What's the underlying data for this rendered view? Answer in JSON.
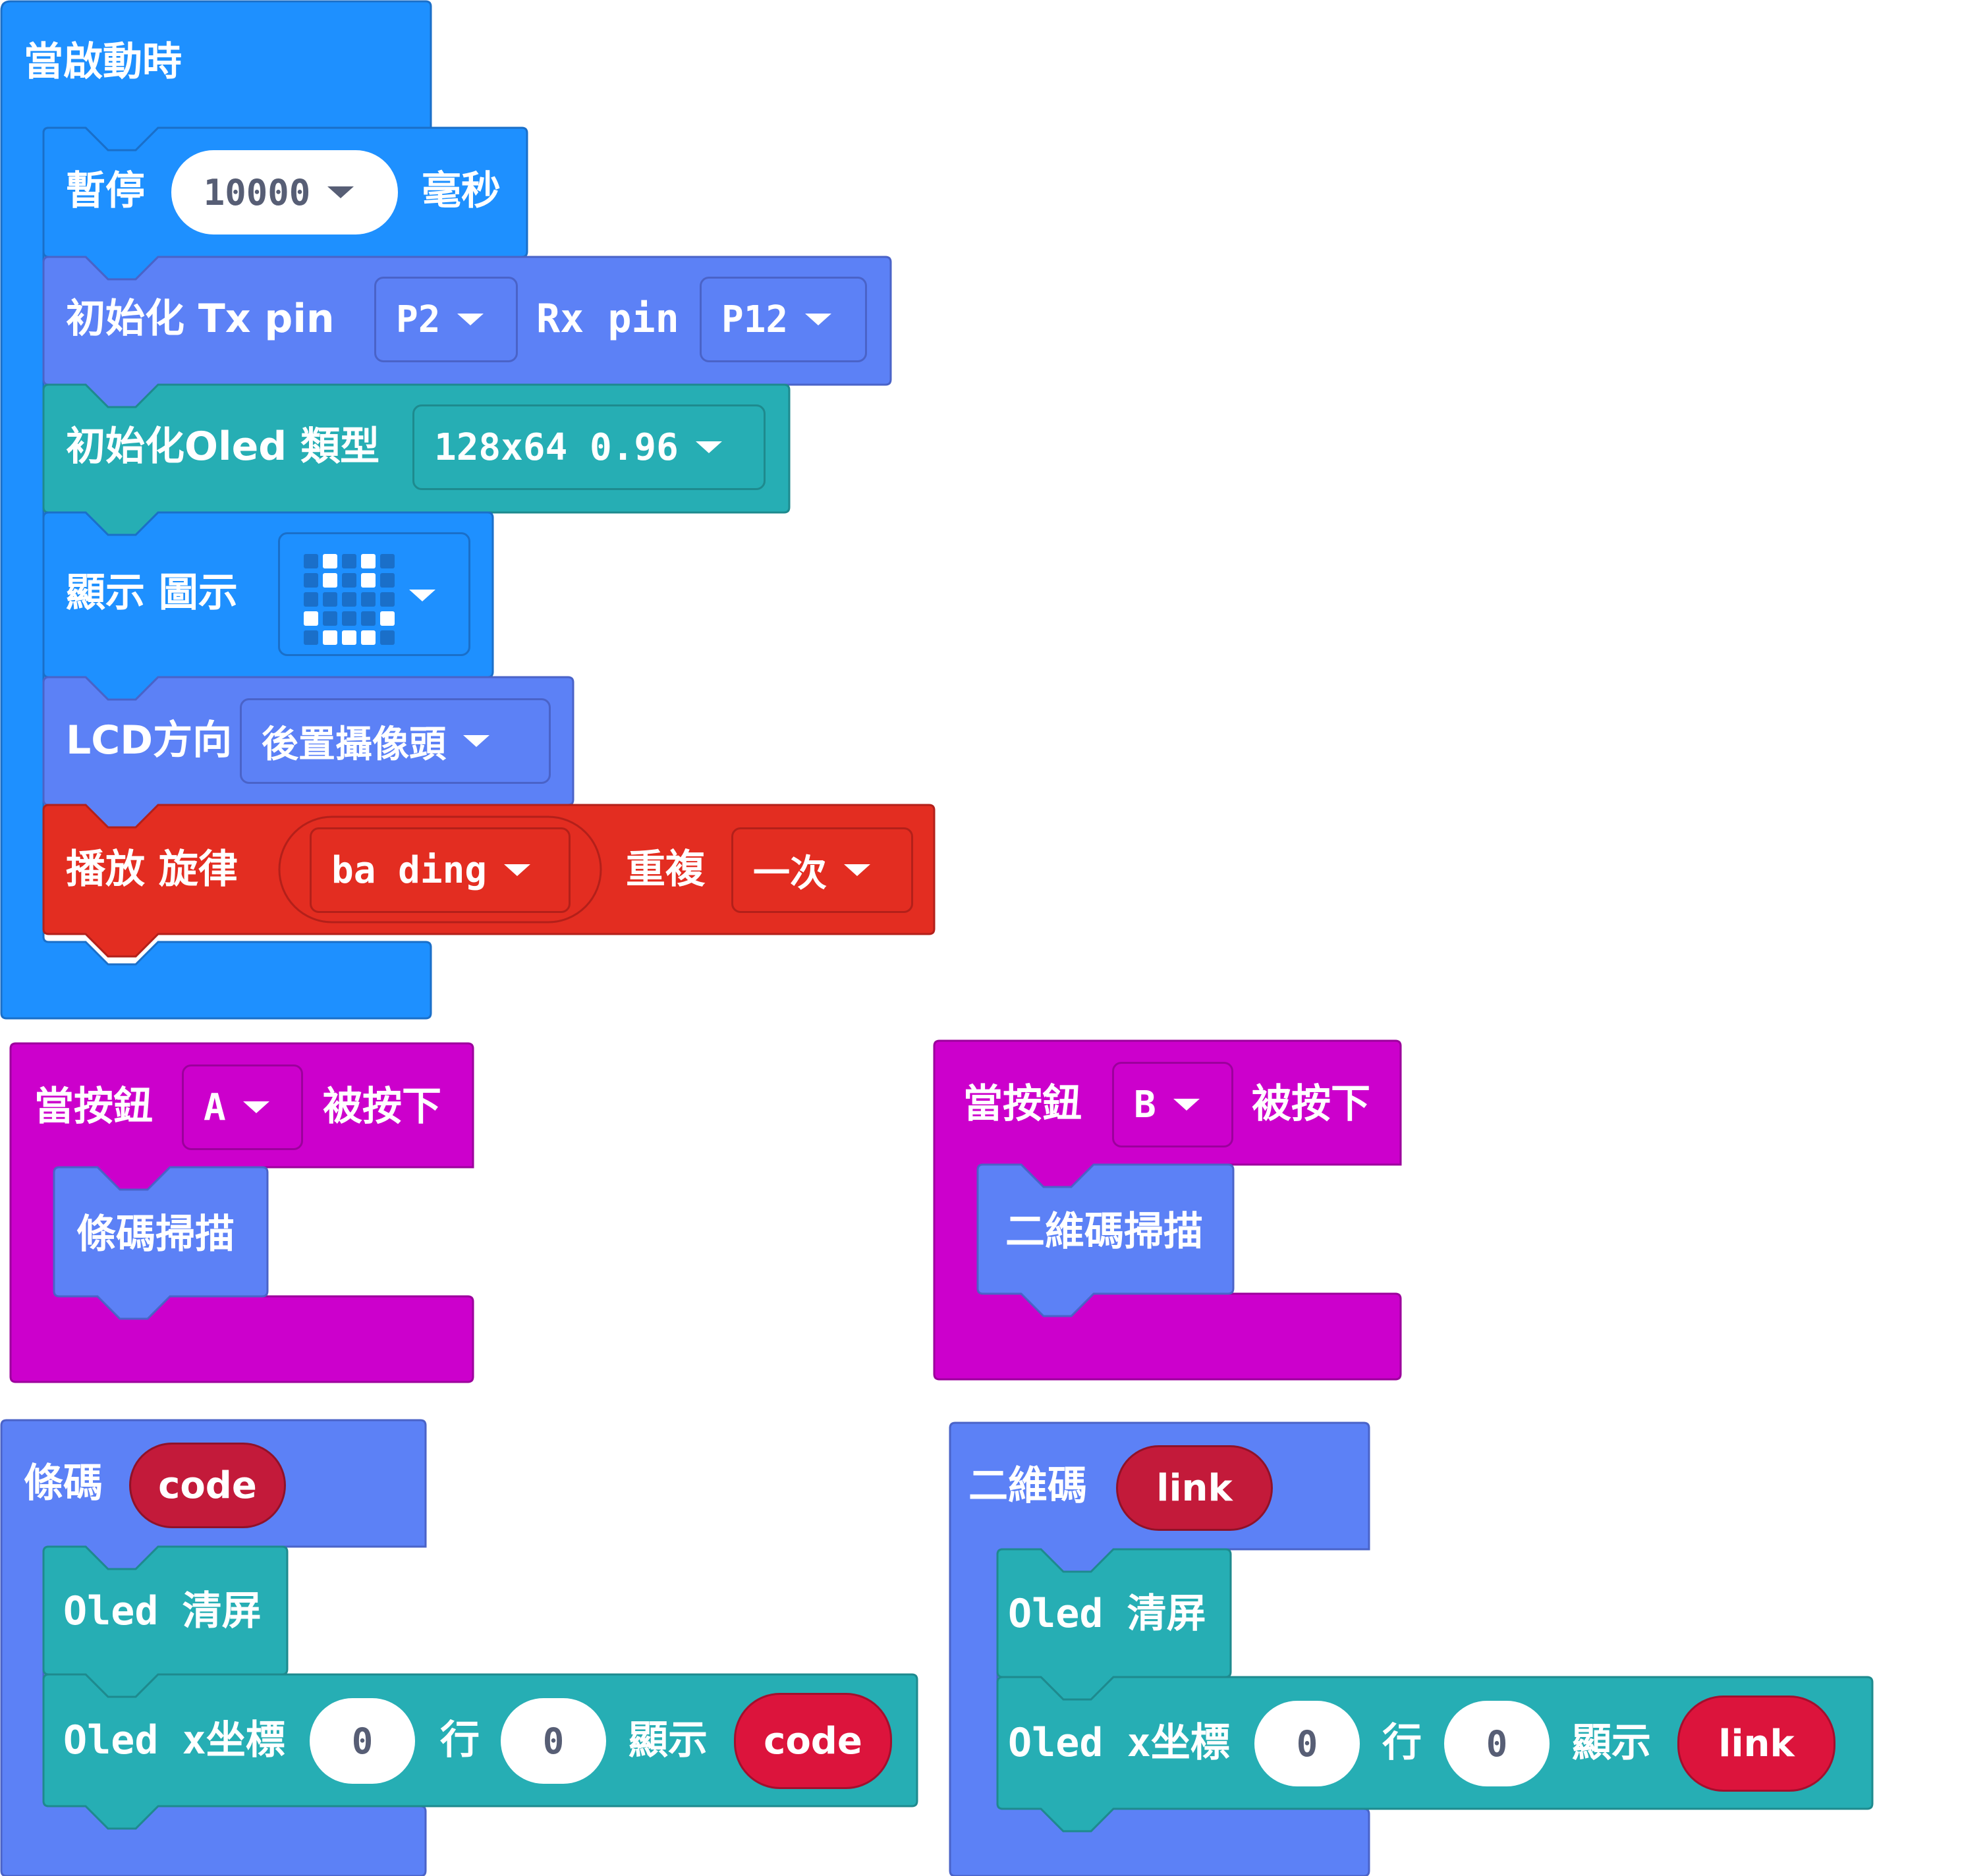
{
  "colors": {
    "basic": "#1e90ff",
    "basic_dark": "#1a6fc9",
    "purple": "#5c81f6",
    "purple_dark": "#4a63c8",
    "teal": "#26aeb4",
    "teal_dark": "#1e8a8e",
    "red": "#e32d21",
    "red_dark": "#b3201a",
    "magenta": "#cc00cc",
    "magenta_dark": "#9c009c",
    "var": "#c31a3a",
    "var_bright": "#dc143c"
  },
  "on_start": {
    "hat_label": "當啟動時",
    "pause": {
      "label": "暫停",
      "value": "10000",
      "unit": "毫秒"
    },
    "init_serial": {
      "label": "初始化 Tx pin",
      "tx": "P2",
      "rx_label": "Rx pin",
      "rx": "P12"
    },
    "init_oled": {
      "label": "初始化Oled 類型",
      "type": "128x64 0.96"
    },
    "show_icon": {
      "label": "顯示 圖示",
      "icon": "smiley-led-icon"
    },
    "lcd_dir": {
      "label": "LCD方向",
      "value": "後置攝像頭"
    },
    "melody": {
      "label": "播放 旋律",
      "value": "ba ding",
      "repeat_label": "重複",
      "repeat": "一次"
    }
  },
  "button_a": {
    "label": "當按鈕",
    "button": "A",
    "suffix": "被按下",
    "action": "條碼掃描"
  },
  "button_b": {
    "label": "當按鈕",
    "button": "B",
    "suffix": "被按下",
    "action": "二維碼掃描"
  },
  "barcode_event": {
    "label": "條碼",
    "var": "code",
    "clear": "Oled 清屏",
    "show": {
      "label": "Oled x坐標",
      "x": "0",
      "row_label": "行",
      "y": "0",
      "show_label": "顯示",
      "var": "code"
    }
  },
  "qrcode_event": {
    "label": "二維碼",
    "var": "link",
    "clear": "Oled 清屏",
    "show": {
      "label": "Oled x坐標",
      "x": "0",
      "row_label": "行",
      "y": "0",
      "show_label": "顯示",
      "var": "link"
    }
  }
}
